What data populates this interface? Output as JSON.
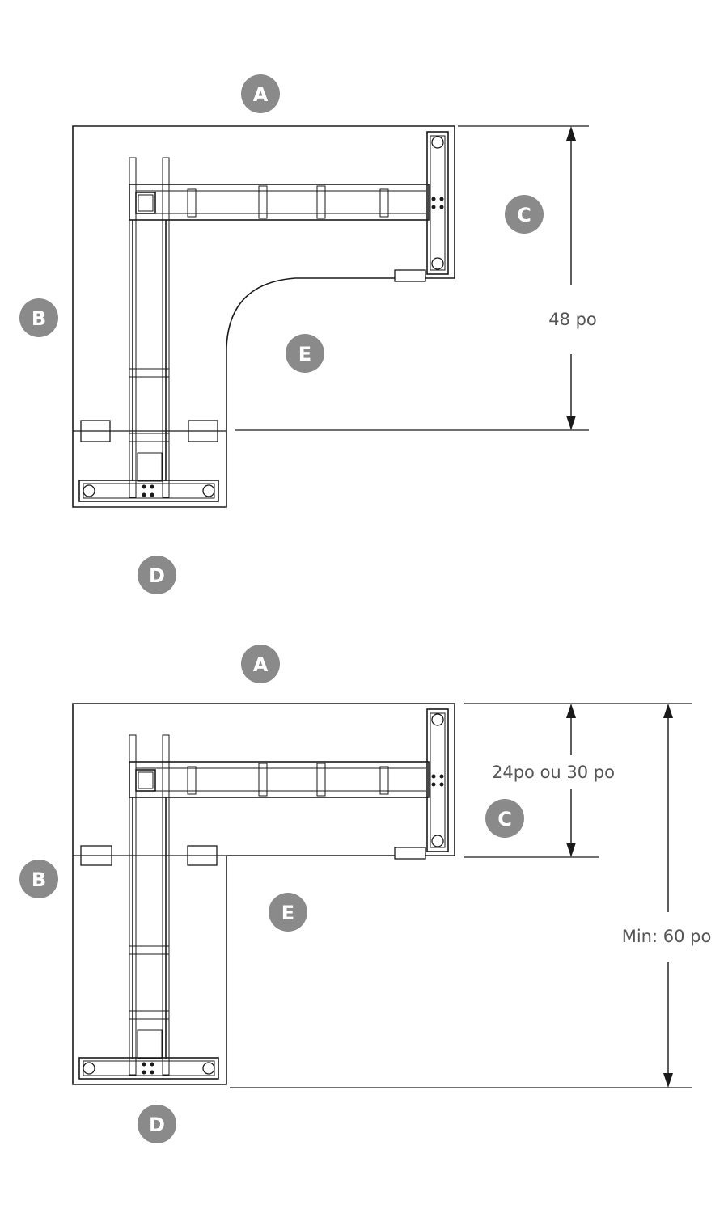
{
  "diagrams": [
    {
      "id": "corner-48",
      "labels": {
        "a": "A",
        "b": "B",
        "c": "C",
        "d": "D",
        "e": "E"
      },
      "dimensions": {
        "depth": "48 po"
      }
    },
    {
      "id": "corner-60",
      "labels": {
        "a": "A",
        "b": "B",
        "c": "C",
        "d": "D",
        "e": "E"
      },
      "dimensions": {
        "side_depth": "24po ou 30 po",
        "total": "Min: 60 po"
      }
    }
  ]
}
